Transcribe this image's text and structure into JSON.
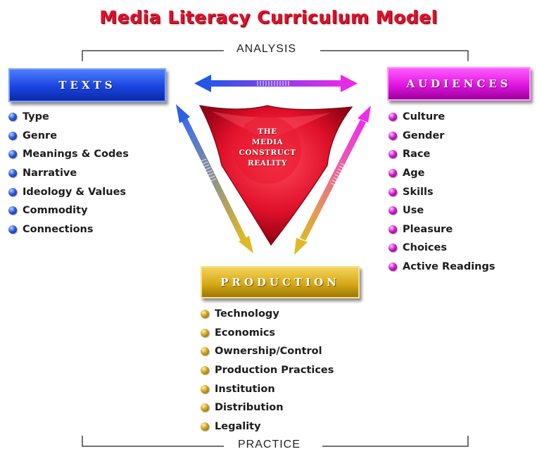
{
  "title": "Media Literacy Curriculum Model",
  "top_bracket_label": "ANALYSIS",
  "bottom_bracket_label": "PRACTICE",
  "center": {
    "lines": [
      "THE",
      "MEDIA",
      "CONSTRUCT",
      "REALITY"
    ]
  },
  "texts": {
    "label": "TEXTS",
    "items": [
      "Type",
      "Genre",
      "Meanings & Codes",
      "Narrative",
      "Ideology & Values",
      "Commodity",
      "Connections"
    ]
  },
  "audiences": {
    "label": "AUDIENCES",
    "items": [
      "Culture",
      "Gender",
      "Race",
      "Age",
      "Skills",
      "Use",
      "Pleasure",
      "Choices",
      "Active Readings"
    ]
  },
  "production": {
    "label": "PRODUCTION",
    "items": [
      "Technology",
      "Economics",
      "Ownership/Control",
      "Production Practices",
      "Institution",
      "Distribution",
      "Legality"
    ]
  },
  "colors": {
    "title": "#e0102a",
    "texts": "#1a44e0",
    "audiences": "#e015e0",
    "production": "#d8a916",
    "center": "#e0102a"
  }
}
